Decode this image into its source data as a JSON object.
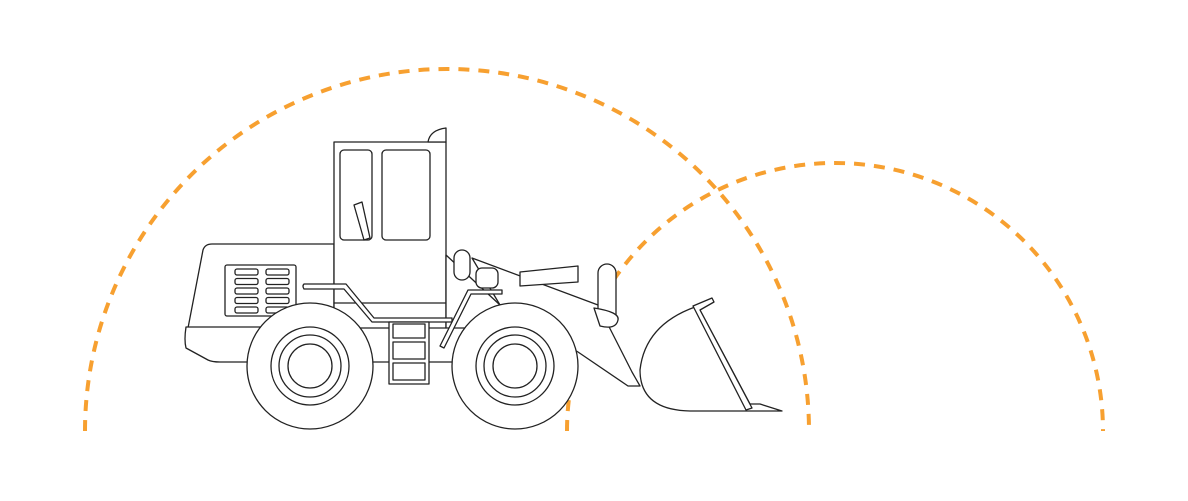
{
  "diagram": {
    "subject": "wheel-loader-icon",
    "arc_color": "#F7A030",
    "line_color": "#222222",
    "background": "#ffffff",
    "arcs": [
      "large-reach-arc",
      "small-reach-arc"
    ],
    "arc_style": "dashed"
  }
}
